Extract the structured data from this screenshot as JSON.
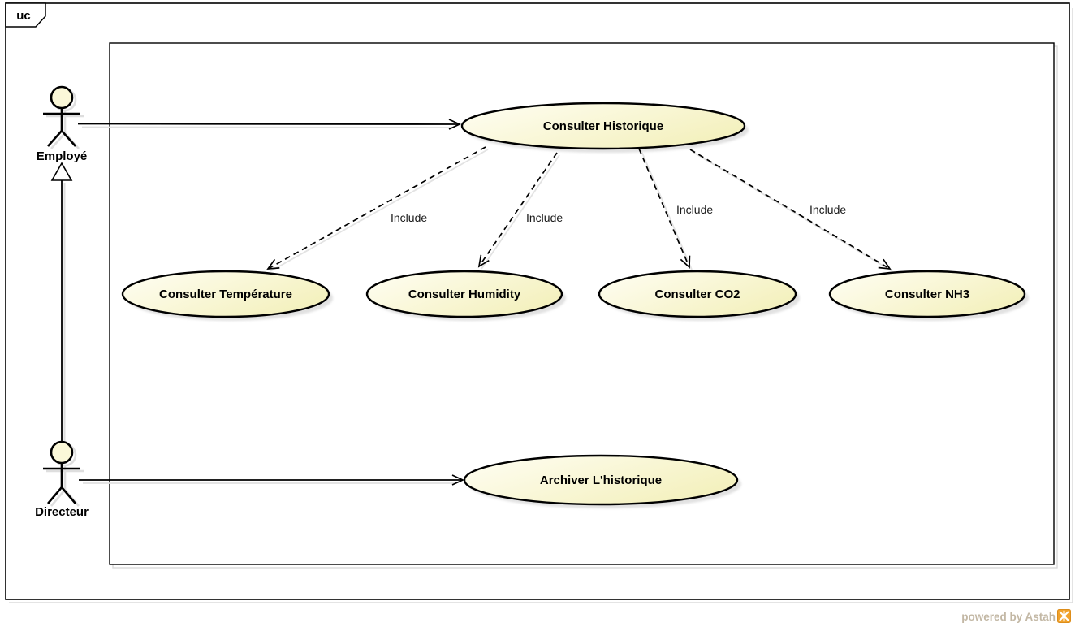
{
  "frame": {
    "tag": "uc"
  },
  "actors": {
    "employe": {
      "label": "Employé"
    },
    "directeur": {
      "label": "Directeur"
    }
  },
  "usecases": {
    "historique": {
      "label": "Consulter Historique"
    },
    "temperature": {
      "label": "Consulter Température"
    },
    "humidity": {
      "label": "Consulter Humidity"
    },
    "co2": {
      "label": "Consulter CO2"
    },
    "nh3": {
      "label": "Consulter NH3"
    },
    "archiver": {
      "label": "Archiver L'historique"
    }
  },
  "includes": [
    {
      "label": "Include"
    },
    {
      "label": "Include"
    },
    {
      "label": "Include"
    },
    {
      "label": "Include"
    }
  ],
  "watermark": {
    "label": "powered by Astah"
  },
  "colors": {
    "stroke": "#000000",
    "usecase_fill_light": "#fffef4",
    "usecase_fill_dark": "#f4f1bf",
    "actor_head_fill": "#fbf8d8",
    "shadow": "#d9d9d9",
    "watermark_text": "#c3b8a5",
    "logo_orange": "#f0a22c"
  }
}
